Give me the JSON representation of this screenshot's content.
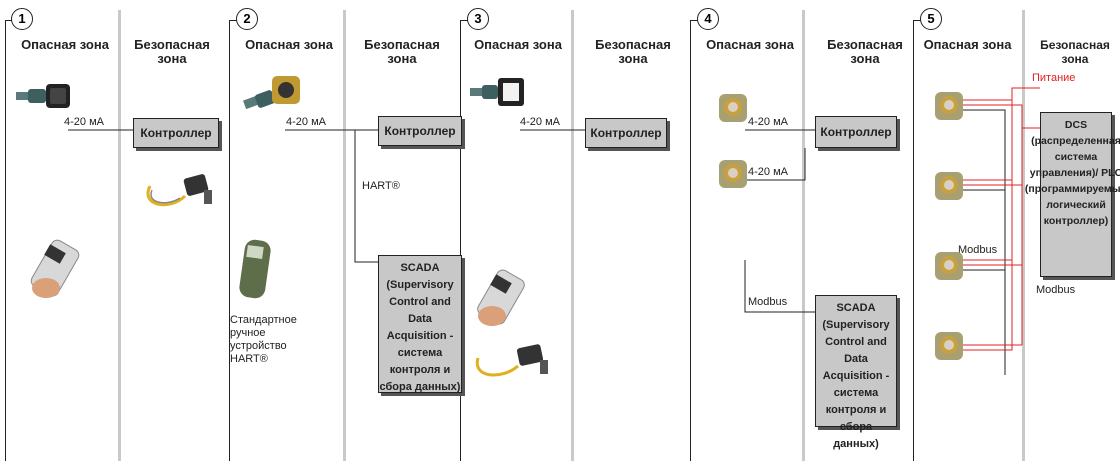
{
  "zones": {
    "hazardous": "Опасная зона",
    "safe": "Безопасная зона"
  },
  "panels": [
    {
      "number": "1",
      "signal": "4-20 мА",
      "controller": "Контроллер"
    },
    {
      "number": "2",
      "signal": "4-20 мА",
      "controller": "Контроллер",
      "hart": "HART®",
      "hart_device": "Стандартное ручное устройство HART®",
      "scada": "SCADA (Supervisory Control and Data Acquisition - система контроля и сбора данных)"
    },
    {
      "number": "3",
      "signal": "4-20 мА",
      "controller": "Контроллер"
    },
    {
      "number": "4",
      "signal_top": "4-20 мА",
      "signal_bottom": "4-20 мА",
      "controller": "Контроллер",
      "modbus": "Modbus",
      "scada": "SCADA (Supervisory Control and Data Acquisition - система контроля и сбора данных)"
    },
    {
      "number": "5",
      "power": "Питание",
      "modbus_left": "Modbus",
      "modbus_right": "Modbus",
      "dcs": "DCS (распределенная система управления)/ PLC (программируемый логический контроллер)"
    }
  ],
  "colors": {
    "power_line": "#e02020",
    "box_fill": "#c8c8c8",
    "separator": "#c9c9c9"
  },
  "icons": [
    "transmitter-icon",
    "gas-detector-icon",
    "handheld-communicator-icon",
    "sensor-cable-icon"
  ]
}
